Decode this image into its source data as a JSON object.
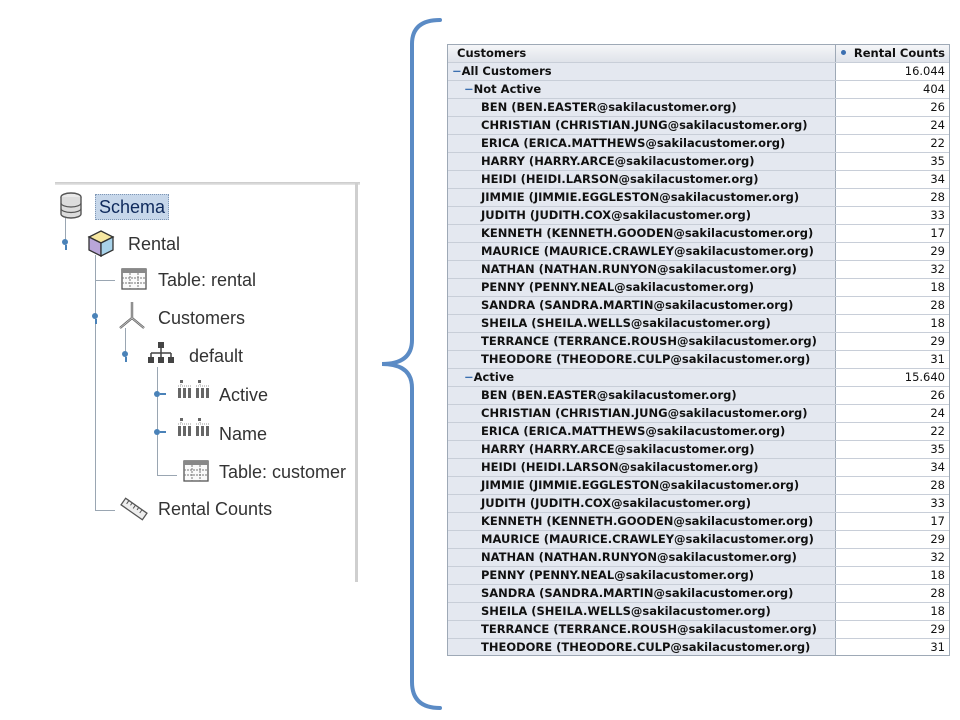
{
  "tree": {
    "nodes": [
      {
        "label": "Schema",
        "icon": "database-icon"
      },
      {
        "label": "Rental",
        "icon": "cube-icon"
      },
      {
        "label": "Table: rental",
        "icon": "table-icon"
      },
      {
        "label": "Customers",
        "icon": "dimension-icon"
      },
      {
        "label": "default",
        "icon": "hierarchy-icon"
      },
      {
        "label": "Active",
        "icon": "level-icon"
      },
      {
        "label": "Name",
        "icon": "level-icon"
      },
      {
        "label": "Table: customer",
        "icon": "table-icon"
      },
      {
        "label": "Rental Counts",
        "icon": "measure-ruler-icon"
      }
    ]
  },
  "grid": {
    "header": {
      "name": "Customers",
      "value": "Rental Counts"
    },
    "rows": [
      {
        "level": 0,
        "expander": true,
        "name": "All Customers",
        "value": "16.044"
      },
      {
        "level": 1,
        "expander": true,
        "name": "Not Active",
        "value": "404"
      },
      {
        "level": 2,
        "name": "BEN (BEN.EASTER@sakilacustomer.org)",
        "value": "26"
      },
      {
        "level": 2,
        "name": "CHRISTIAN (CHRISTIAN.JUNG@sakilacustomer.org)",
        "value": "24"
      },
      {
        "level": 2,
        "name": "ERICA (ERICA.MATTHEWS@sakilacustomer.org)",
        "value": "22"
      },
      {
        "level": 2,
        "name": "HARRY (HARRY.ARCE@sakilacustomer.org)",
        "value": "35"
      },
      {
        "level": 2,
        "name": "HEIDI (HEIDI.LARSON@sakilacustomer.org)",
        "value": "34"
      },
      {
        "level": 2,
        "name": "JIMMIE (JIMMIE.EGGLESTON@sakilacustomer.org)",
        "value": "28"
      },
      {
        "level": 2,
        "name": "JUDITH (JUDITH.COX@sakilacustomer.org)",
        "value": "33"
      },
      {
        "level": 2,
        "name": "KENNETH (KENNETH.GOODEN@sakilacustomer.org)",
        "value": "17"
      },
      {
        "level": 2,
        "name": "MAURICE (MAURICE.CRAWLEY@sakilacustomer.org)",
        "value": "29"
      },
      {
        "level": 2,
        "name": "NATHAN (NATHAN.RUNYON@sakilacustomer.org)",
        "value": "32"
      },
      {
        "level": 2,
        "name": "PENNY (PENNY.NEAL@sakilacustomer.org)",
        "value": "18"
      },
      {
        "level": 2,
        "name": "SANDRA (SANDRA.MARTIN@sakilacustomer.org)",
        "value": "28"
      },
      {
        "level": 2,
        "name": "SHEILA (SHEILA.WELLS@sakilacustomer.org)",
        "value": "18"
      },
      {
        "level": 2,
        "name": "TERRANCE (TERRANCE.ROUSH@sakilacustomer.org)",
        "value": "29"
      },
      {
        "level": 2,
        "name": "THEODORE (THEODORE.CULP@sakilacustomer.org)",
        "value": "31"
      },
      {
        "level": 1,
        "expander": true,
        "name": "Active",
        "value": "15.640"
      },
      {
        "level": 2,
        "name": "BEN (BEN.EASTER@sakilacustomer.org)",
        "value": "26"
      },
      {
        "level": 2,
        "name": "CHRISTIAN (CHRISTIAN.JUNG@sakilacustomer.org)",
        "value": "24"
      },
      {
        "level": 2,
        "name": "ERICA (ERICA.MATTHEWS@sakilacustomer.org)",
        "value": "22"
      },
      {
        "level": 2,
        "name": "HARRY (HARRY.ARCE@sakilacustomer.org)",
        "value": "35"
      },
      {
        "level": 2,
        "name": "HEIDI (HEIDI.LARSON@sakilacustomer.org)",
        "value": "34"
      },
      {
        "level": 2,
        "name": "JIMMIE (JIMMIE.EGGLESTON@sakilacustomer.org)",
        "value": "28"
      },
      {
        "level": 2,
        "name": "JUDITH (JUDITH.COX@sakilacustomer.org)",
        "value": "33"
      },
      {
        "level": 2,
        "name": "KENNETH (KENNETH.GOODEN@sakilacustomer.org)",
        "value": "17"
      },
      {
        "level": 2,
        "name": "MAURICE (MAURICE.CRAWLEY@sakilacustomer.org)",
        "value": "29"
      },
      {
        "level": 2,
        "name": "NATHAN (NATHAN.RUNYON@sakilacustomer.org)",
        "value": "32"
      },
      {
        "level": 2,
        "name": "PENNY (PENNY.NEAL@sakilacustomer.org)",
        "value": "18"
      },
      {
        "level": 2,
        "name": "SANDRA (SANDRA.MARTIN@sakilacustomer.org)",
        "value": "28"
      },
      {
        "level": 2,
        "name": "SHEILA (SHEILA.WELLS@sakilacustomer.org)",
        "value": "18"
      },
      {
        "level": 2,
        "name": "TERRANCE (TERRANCE.ROUSH@sakilacustomer.org)",
        "value": "29"
      },
      {
        "level": 2,
        "name": "THEODORE (THEODORE.CULP@sakilacustomer.org)",
        "value": "31"
      }
    ]
  },
  "colors": {
    "brace": "#5b8bc5",
    "selection": "#c7d7ea",
    "expander": "#3b6fb0"
  }
}
